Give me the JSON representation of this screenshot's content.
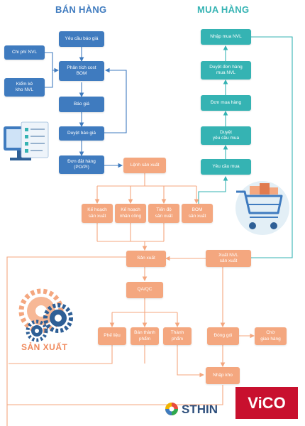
{
  "headings": {
    "sales": "BÁN HÀNG",
    "purchase": "MUA HÀNG"
  },
  "sales": {
    "request_quote": "Yêu cầu báo giá",
    "cost_analysis": "Phân tích cost\nBOM",
    "quote": "Báo giá",
    "approve_quote": "Duyệt báo giá",
    "order": "Đơn đặt hàng\n(PO/PI)",
    "material_cost": "Chi phí NVL",
    "inventory_check": "Kiểm kê\nkho NVL"
  },
  "purchase": {
    "import_material": "Nhập mua NVL",
    "approve_order": "Duyệt đơn hàng\nmua NVL",
    "purchase_order": "Đơn mua hàng",
    "approve_request": "Duyệt\nyêu cầu mua",
    "purchase_request": "Yêu cầu mua"
  },
  "production": {
    "production_order": "Lệnh sản xuất",
    "production_plan": "Kế hoạch\nsản xuất",
    "labor_plan": "Kế hoạch\nnhân công",
    "progress": "Tiến độ\nsản xuất",
    "bom": "BOM\nsản xuất",
    "produce": "Sản xuất",
    "issue_material": "Xuất NVL\nsản xuất",
    "qa_qc": "QA/QC",
    "scrap": "Phế liệu",
    "semi_finished": "Bán thành\nphẩm",
    "finished": "Thành\nphẩm",
    "packing": "Đóng gói",
    "awaiting_delivery": "Chờ\ngiao hàng",
    "stock_in": "Nhập kho"
  },
  "label_production": "SẢN XUẤT",
  "brand": "STHIN",
  "watermark": "ViCO",
  "colors": {
    "blue": "#3f7bbf",
    "teal": "#35b3b3",
    "orange": "#f4a77f",
    "heading_blue": "#3f7bbf",
    "heading_teal": "#35b3b3",
    "production_label": "#f08a5d",
    "watermark_bg": "#c8102e"
  },
  "icons": [
    "computer-checklist-icon",
    "shopping-cart-icon",
    "gears-icon",
    "brand-logo-icon"
  ]
}
